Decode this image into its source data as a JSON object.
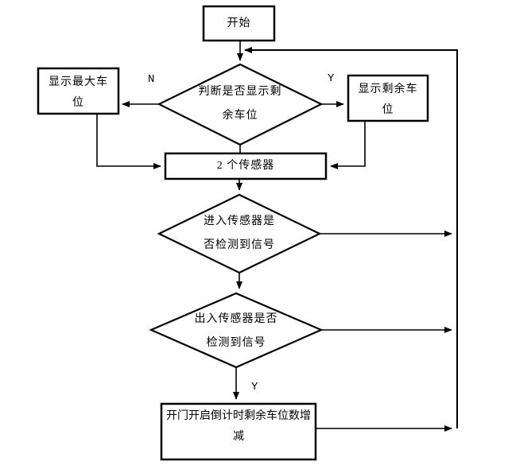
{
  "flowchart": {
    "background_color": "#ffffff",
    "line_color": "#000000",
    "text_color": "#000000",
    "nodes": {
      "start": {
        "label": "开始",
        "type": "process"
      },
      "decision_display": {
        "label": "判断是否显示剩\n余车位",
        "type": "decision"
      },
      "show_max": {
        "label": "显示最大车\n位",
        "type": "process"
      },
      "show_remaining": {
        "label": "显示剩余车\n位",
        "type": "process"
      },
      "sensors": {
        "label": "2 个传感器",
        "type": "process"
      },
      "decision_entry": {
        "label": "进入传感器是\n否检测到信号",
        "type": "decision"
      },
      "decision_exit": {
        "label": "出入传感器是否\n检测到信号",
        "type": "decision"
      },
      "open_door": {
        "label": "开门开启倒计时剩余车位数增\n减",
        "type": "process"
      }
    },
    "edge_labels": {
      "n_branch": "N",
      "y_branch": "Y",
      "y_exit": "Y"
    }
  }
}
